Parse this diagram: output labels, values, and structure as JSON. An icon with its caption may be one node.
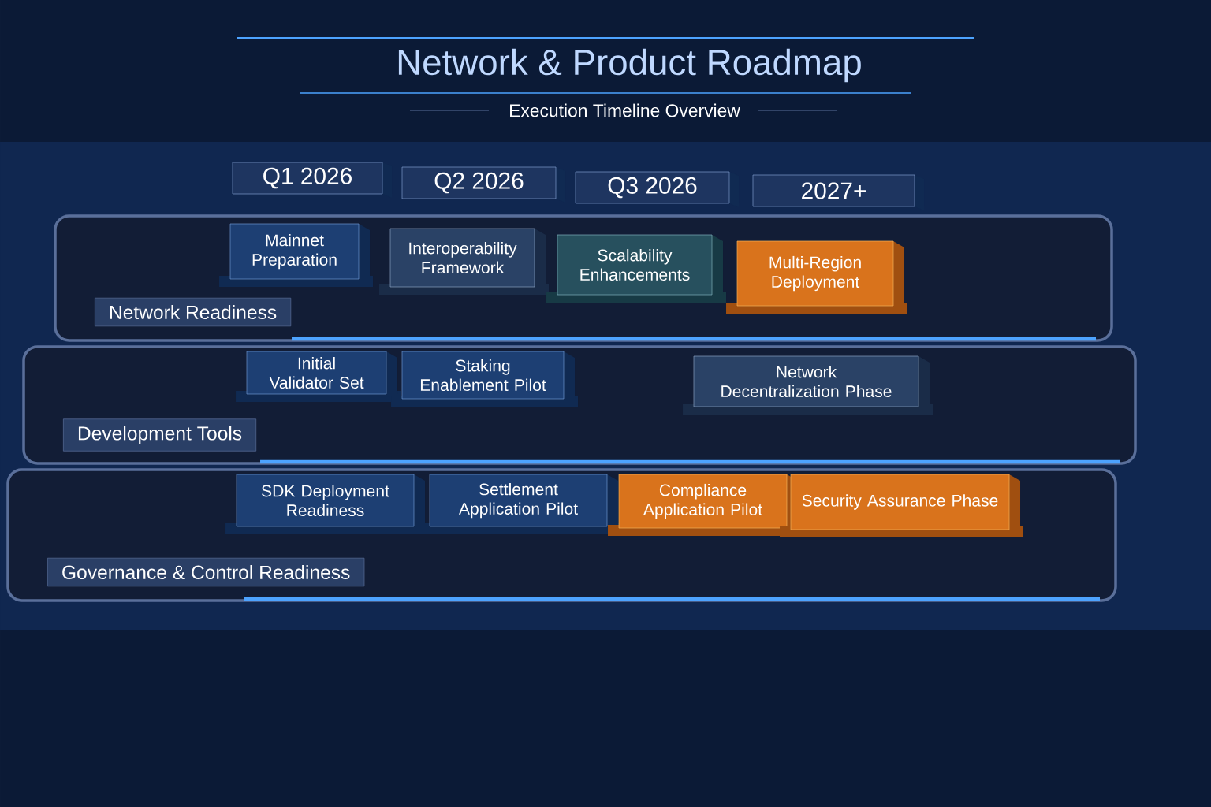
{
  "diagram": {
    "title": "Network & Product Roadmap",
    "nodes": [
      {
        "text": [
          "Q1 2026"
        ]
      },
      {
        "text": [
          "Q2 2026"
        ]
      },
      {
        "text": [
          "Q3 2026"
        ]
      },
      {
        "text": [
          "2027+"
        ]
      },
      {
        "text": [
          "Network Readiness"
        ]
      },
      {
        "text": [
          "Mainnet Preparation"
        ],
        "in": 4
      },
      {
        "text": [
          "Interoperability Framework"
        ],
        "in": 4
      },
      {
        "text": [
          "Scalability Enhancements"
        ],
        "in": 4
      },
      {
        "text": [
          "Multi-Region Deployment"
        ],
        "in": 4
      },
      {
        "text": [
          "Development Tools"
        ]
      },
      {
        "text": [
          "Initial Validator Set"
        ],
        "in": 9
      },
      {
        "text": [
          "Staking Enablement Pilot"
        ],
        "in": 9
      },
      {
        "text": [
          "Network Decentralization Phase"
        ],
        "in": 9
      },
      {
        "text": [
          "Governance & Control Readiness"
        ]
      },
      {
        "text": [
          "SDK Deployment Readiness"
        ],
        "in": 13
      },
      {
        "text": [
          "Settlement Application Pilot"
        ],
        "in": 13
      },
      {
        "text": [
          "Compliance Application Pilot"
        ],
        "in": 13
      },
      {
        "text": [
          "Security Assurance Phase"
        ],
        "in": 13
      }
    ],
    "labels": [
      "Execution Timeline Overview"
    ]
  }
}
